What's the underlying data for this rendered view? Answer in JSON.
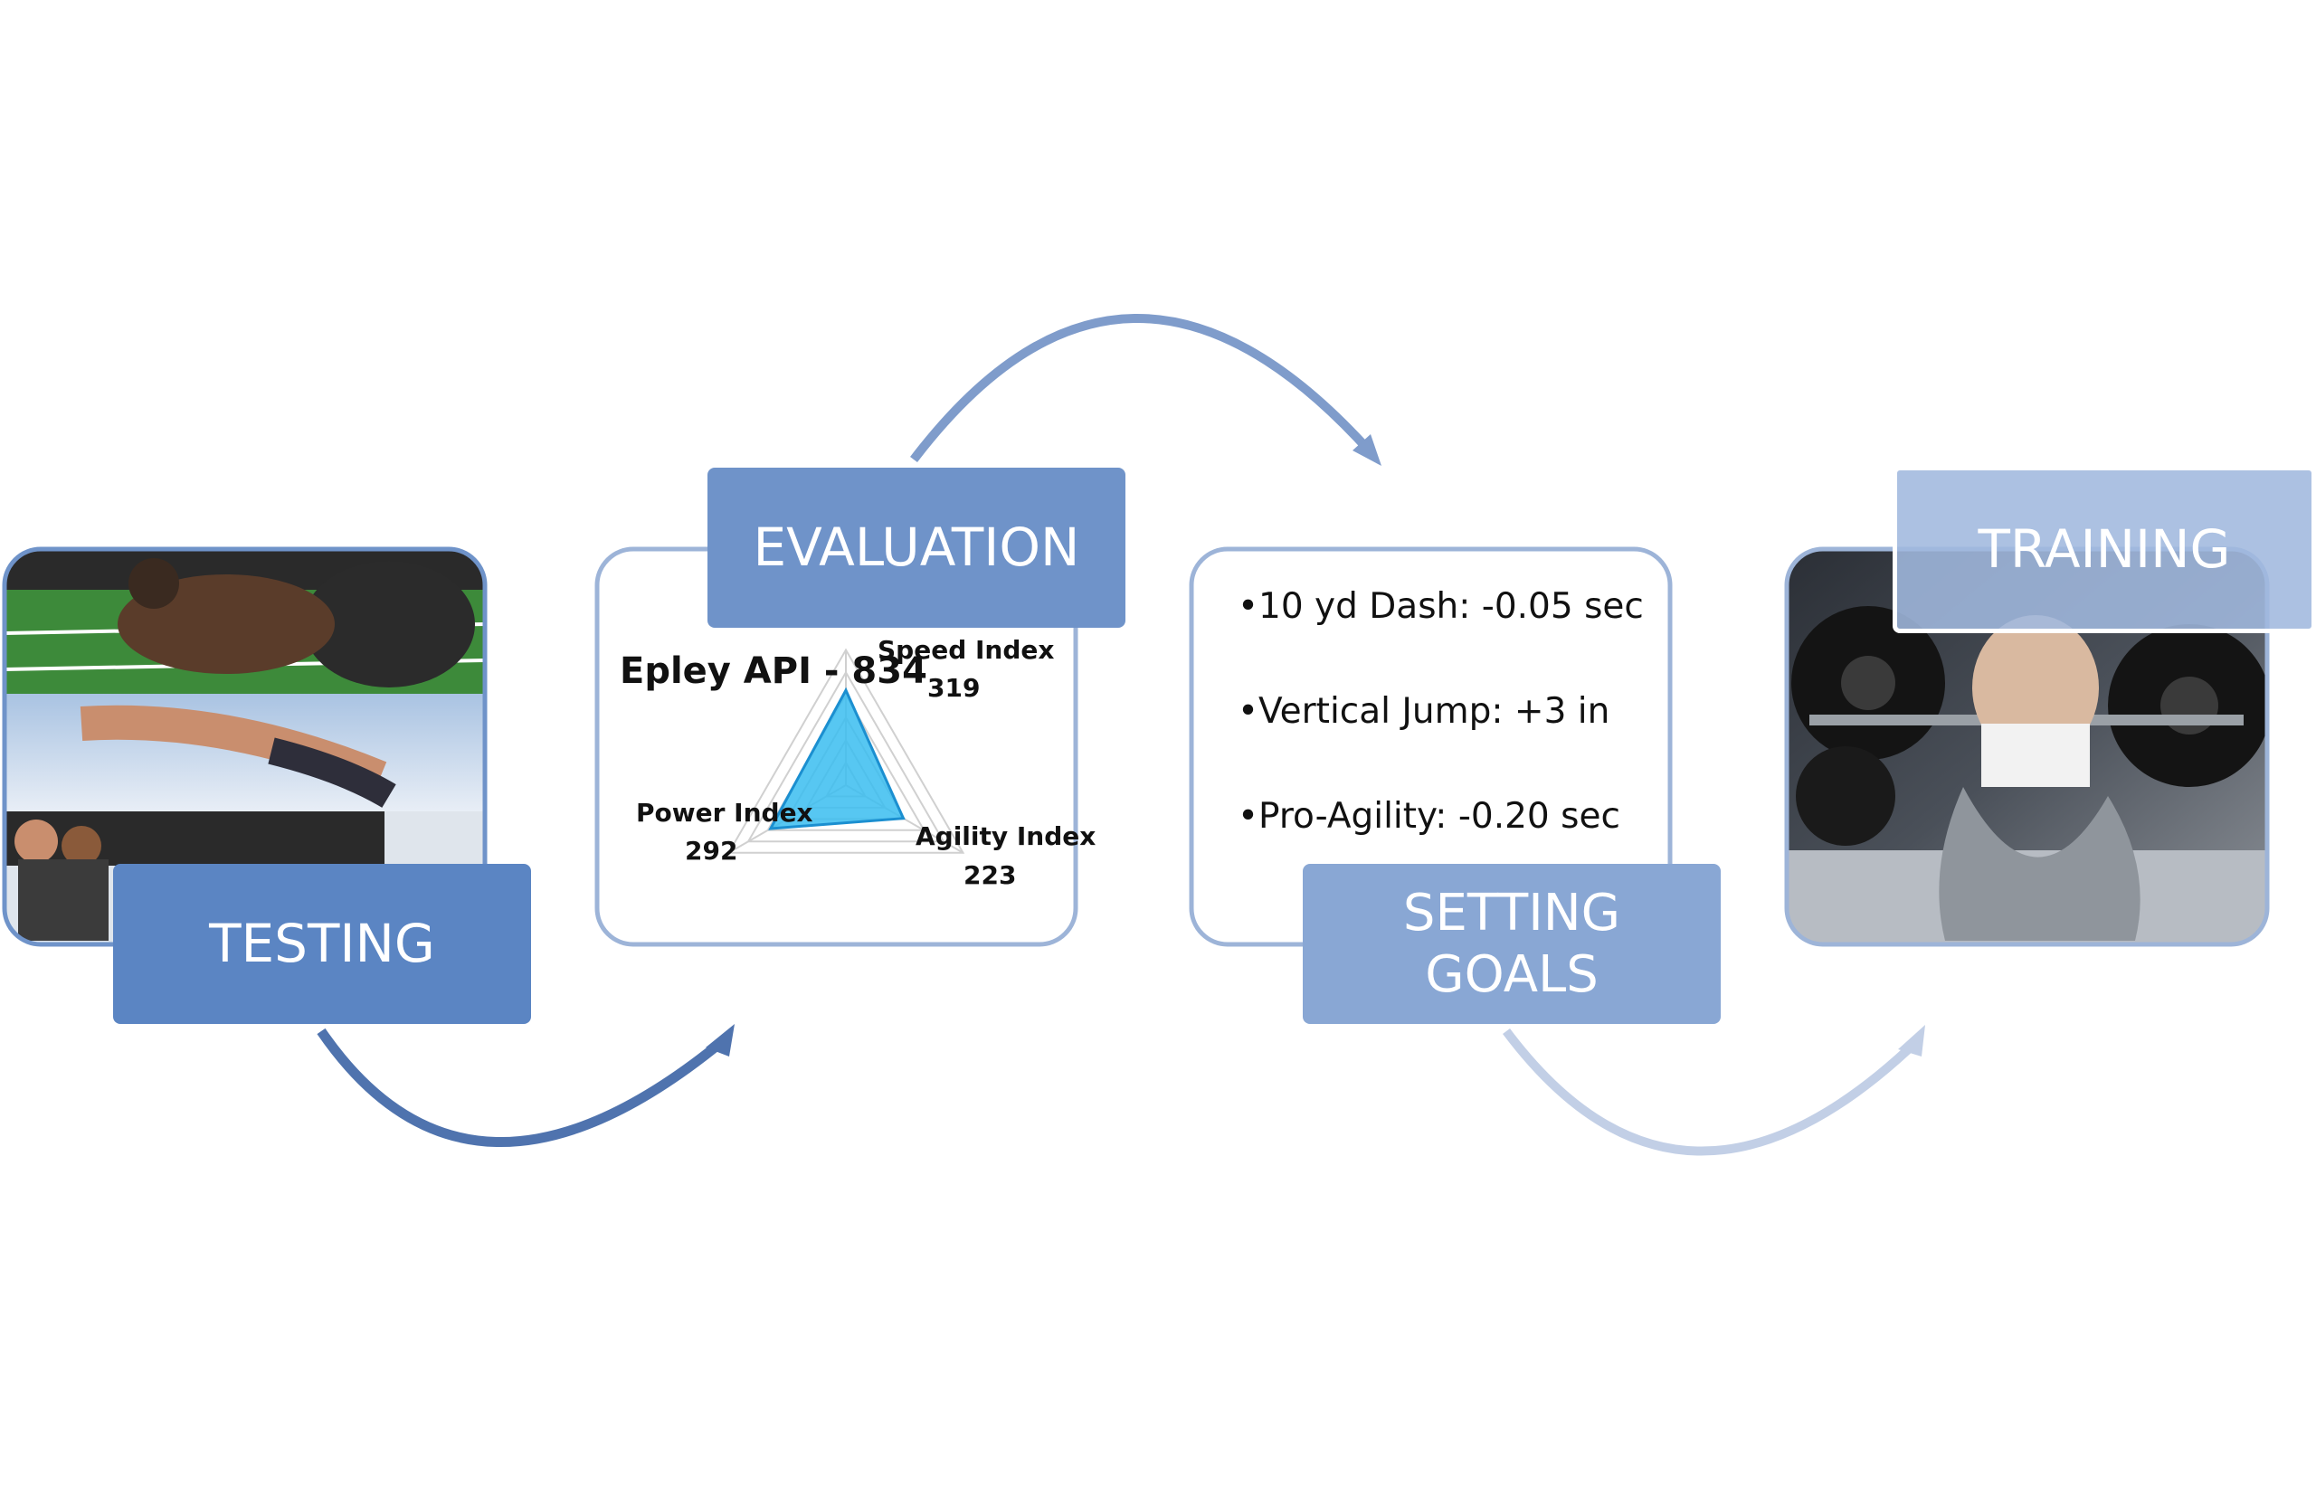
{
  "stages": {
    "testing": {
      "label": "TESTING",
      "photo_icon": "athlete-testing-photo-collage"
    },
    "evaluation": {
      "label": "EVALUATION"
    },
    "setting_goals": {
      "label_line1": "SETTING",
      "label_line2": "GOALS",
      "goals": [
        "•10 yd Dash: -0.05 sec",
        "•Vertical Jump: +3 in",
        "•Pro-Agility: -0.20 sec"
      ]
    },
    "training": {
      "label": "TRAINING",
      "photo_icon": "barbell-squat-photo"
    }
  },
  "chart_data": {
    "type": "radar",
    "title": "Epley API - 834",
    "axes": [
      {
        "name": "Speed Index",
        "value": 319
      },
      {
        "name": "Agility Index",
        "value": 223
      },
      {
        "name": "Power Index",
        "value": 292
      }
    ],
    "fill_color": "#39bdf0",
    "grid": true
  },
  "colors": {
    "arrow_dark": "#4f73ae",
    "arrow_mid": "#7f9ccb",
    "arrow_light": "#c2cfe6",
    "frame_border": "#9db4d8"
  }
}
